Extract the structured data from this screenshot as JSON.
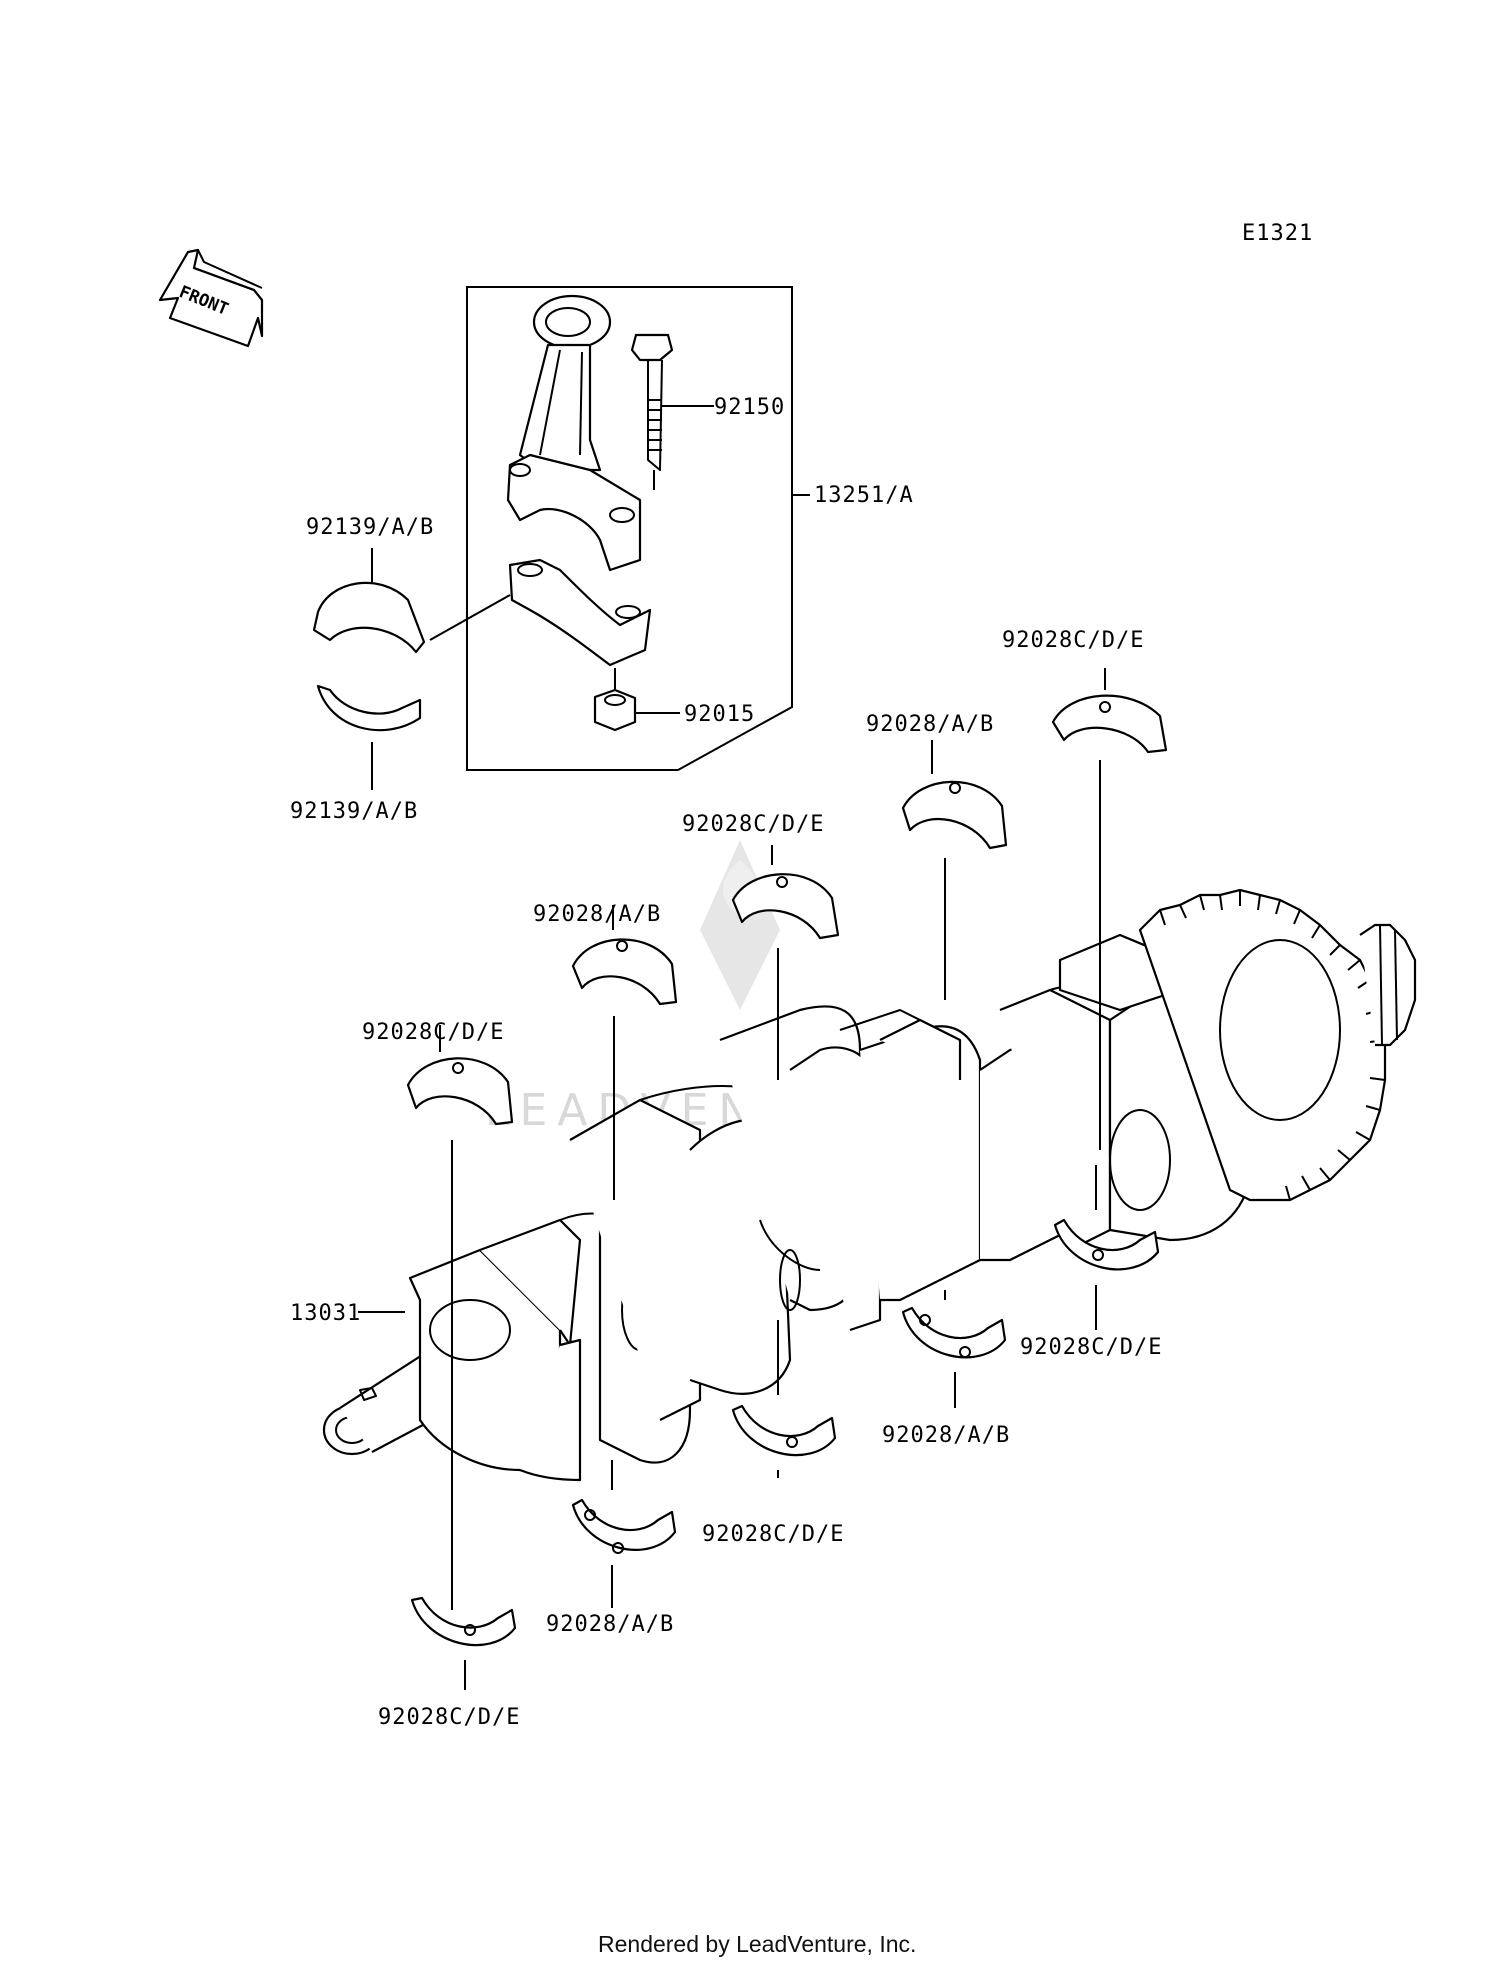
{
  "diagram_code": "E1321",
  "front_label": "FRONT",
  "watermark": "LEADVENTURE",
  "footer": "Rendered by LeadVenture, Inc.",
  "labels": {
    "p92150": "92150",
    "p13251": "13251/A",
    "p92139_top": "92139/A/B",
    "p92139_bottom": "92139/A/B",
    "p92015": "92015",
    "p92028cde_1": "92028C/D/E",
    "p92028ab_1": "92028/A/B",
    "p92028cde_2": "92028C/D/E",
    "p92028ab_2": "92028/A/B",
    "p92028cde_3": "92028C/D/E",
    "p13031": "13031",
    "p92028cde_4": "92028C/D/E",
    "p92028ab_3": "92028/A/B",
    "p92028cde_5": "92028C/D/E",
    "p92028ab_4": "92028/A/B",
    "p92028cde_6": "92028C/D/E"
  }
}
